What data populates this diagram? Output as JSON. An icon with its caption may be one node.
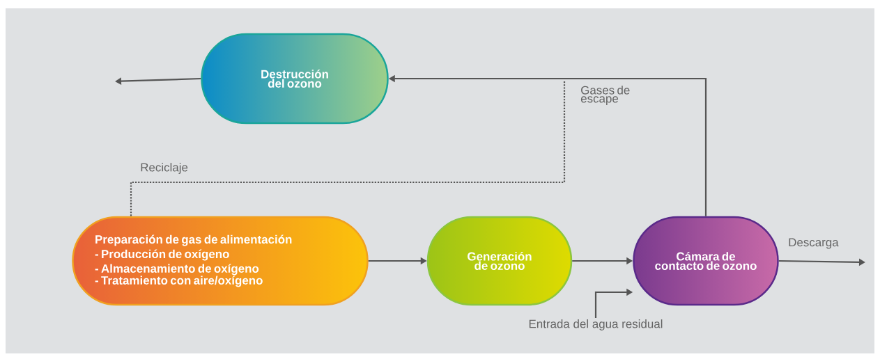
{
  "diagram": {
    "nodes": [
      {
        "text": [
          "Destrucción del ozono"
        ]
      },
      {
        "text": [
          "Preparación de gas de alimentación",
          "- Producción de oxígeno",
          "- Almacenamiento de oxígeno",
          "- Tratamiento con aire/oxígeno"
        ]
      },
      {
        "text": [
          "Generación de ozono"
        ]
      },
      {
        "text": [
          "Cámara de contacto de ozono"
        ]
      },
      {
        "text": [
          "Entrada del agua residual"
        ]
      }
    ],
    "edges": [
      {
        "from": 0,
        "to": null,
        "arrow": "to"
      },
      {
        "from": 3,
        "to": 0,
        "arrow": "to",
        "label": "Gases de escape"
      },
      {
        "from": null,
        "to": 1,
        "arrow": "none",
        "style": "dashed",
        "label": "Reciclaje"
      },
      {
        "from": 1,
        "to": 2,
        "arrow": "to"
      },
      {
        "from": 2,
        "to": 3,
        "arrow": "to"
      },
      {
        "from": 3,
        "to": null,
        "arrow": "to",
        "label": "Descarga"
      },
      {
        "from": 4,
        "to": 3,
        "arrow": "to"
      }
    ]
  }
}
